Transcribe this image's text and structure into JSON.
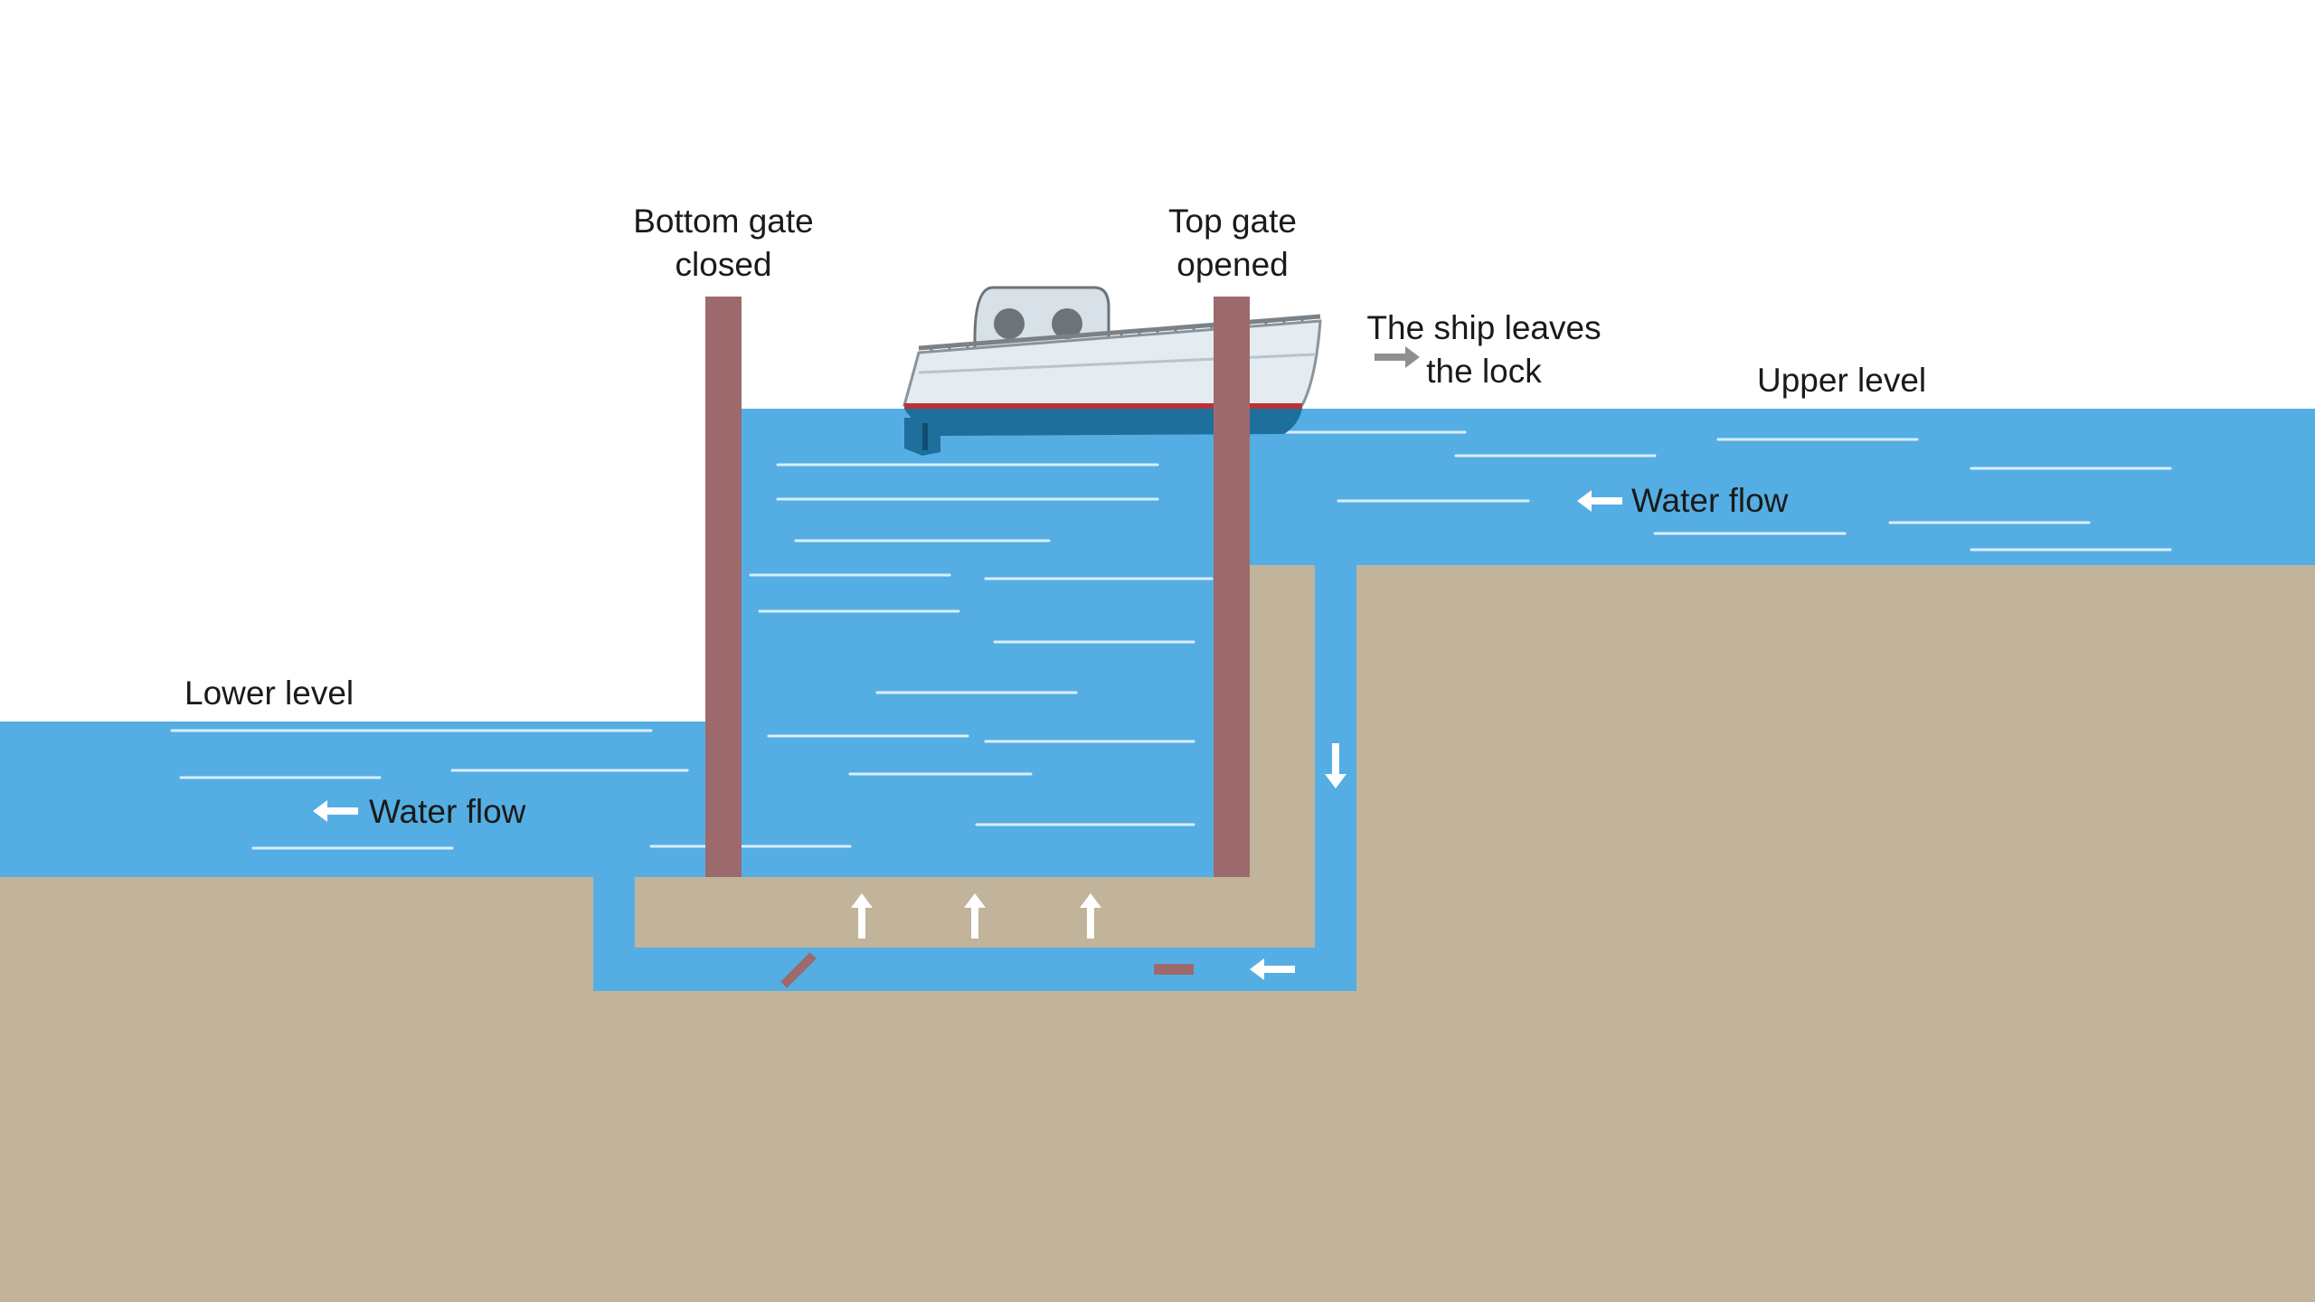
{
  "labels": {
    "bottom_gate_line1": "Bottom gate",
    "bottom_gate_line2": "closed",
    "top_gate_line1": "Top gate",
    "top_gate_line2": "opened",
    "ship_line1": "The ship leaves",
    "ship_line2": "the lock",
    "upper_level": "Upper level",
    "lower_level": "Lower level",
    "water_flow_upper": "Water flow",
    "water_flow_lower": "Water flow"
  },
  "colors": {
    "background": "#ffffff",
    "water": "#55aee3",
    "ground": "#c2b49a",
    "gate": "#9c6a6c",
    "arrow": "#ffffff",
    "exit_arrow": "#8f8f8f",
    "ripple": "#d9eefb",
    "hull_top": "#e4ebf1",
    "hull_bottom": "#1f6f9c",
    "hull_stripe": "#b8323a",
    "cabin": "#d8e1e8",
    "porthole": "#6c7479"
  },
  "icons": {
    "flow_arrow": "arrow-left-icon",
    "fill_arrow": "arrow-up-icon",
    "drain_arrow": "arrow-down-icon",
    "exit_arrow": "arrow-right-icon",
    "vessel": "boat-icon"
  }
}
